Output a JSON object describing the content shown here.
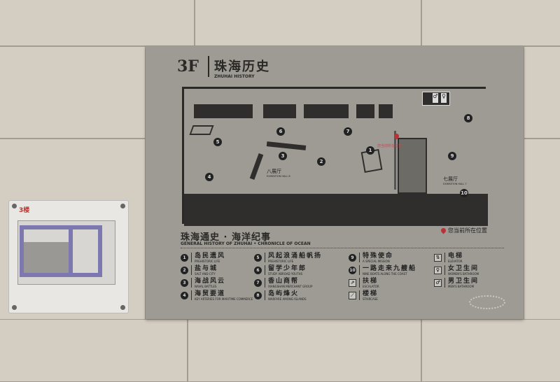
{
  "sign": {
    "floor": "3F",
    "title_cn": "珠海历史",
    "title_en": "ZHUHAI HISTORY",
    "map": {
      "numbers": [
        "1",
        "2",
        "3",
        "4",
        "5",
        "6",
        "7",
        "8",
        "9",
        "10"
      ],
      "hall8_cn": "八展厅",
      "hall8_en": "EXHIBITION HALL 8",
      "hall7_cn": "七展厅",
      "hall7_en": "EXHIBITION HALL 7",
      "location_marker": "您当前所在位置"
    },
    "legend_title_cn": "珠海通史 · 海洋纪事",
    "legend_title_en": "GENERAL HISTORY OF ZHUHAI • CHRONICLE OF OCEAN",
    "you_are_here": "您当前所在位置",
    "items": [
      {
        "n": "1",
        "cn": "岛民遗风",
        "en": "PREHISTORIC LIFE"
      },
      {
        "n": "2",
        "cn": "盐与城",
        "en": "SALT AND CITY"
      },
      {
        "n": "3",
        "cn": "海战风云",
        "en": "NAVAL BATTLES"
      },
      {
        "n": "4",
        "cn": "海贸要道",
        "en": "KEY ARTERIES FOR MARITIME COMMERCE"
      },
      {
        "n": "5",
        "cn": "风起浪涌船帆扬",
        "en": "PREHISTORIC LIFE"
      },
      {
        "n": "6",
        "cn": "留学少年郎",
        "en": "STUDY ABROAD YOUTHS"
      },
      {
        "n": "7",
        "cn": "香山商帮",
        "en": "XIANGSHAN MERCHANT GROUP"
      },
      {
        "n": "8",
        "cn": "岛屿烽火",
        "en": "WARFARE AMONG ISLANDS"
      },
      {
        "n": "9",
        "cn": "特殊使命",
        "en": "A SPECIAL MISSION"
      },
      {
        "n": "10",
        "cn": "一路走来九艘船",
        "en": "NINE BOATS ALONG THE COAST"
      }
    ],
    "facilities": [
      {
        "icon": "escalator-icon",
        "glyph": "⇗",
        "cn": "扶梯",
        "en": "ESCALATOR"
      },
      {
        "icon": "staircase-icon",
        "glyph": "⟋",
        "cn": "楼梯",
        "en": "STAIRCASE"
      },
      {
        "icon": "elevator-icon",
        "glyph": "⇅",
        "cn": "电梯",
        "en": "ELEVATOR"
      },
      {
        "icon": "womens-restroom-icon",
        "glyph": "♀",
        "cn": "女卫生间",
        "en": "WOMEN'S BATHROOM"
      },
      {
        "icon": "mens-restroom-icon",
        "glyph": "♂",
        "cn": "男卫生间",
        "en": "MEN'S BATHROOM"
      }
    ]
  },
  "small_sign": {
    "floor_label": "3楼"
  },
  "colors": {
    "sign": "#9d9b94",
    "ink": "#2a2926",
    "pin": "#b8323a",
    "small_plan": "#7d78b0"
  }
}
